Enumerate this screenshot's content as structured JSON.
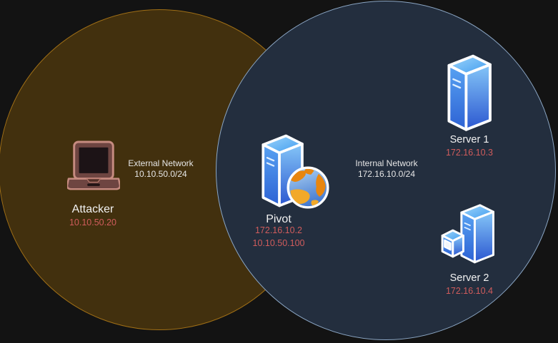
{
  "diagram_title": "pivoting-network-diagram",
  "colors": {
    "background": "#131313",
    "external_fill": "#42300e",
    "external_border": "#a06f16",
    "internal_fill": "#232e3e",
    "internal_border": "#8ba6c4",
    "label_text": "#e6e6e6",
    "node_name_text": "#f2f2f2",
    "ip_text": "#d05c5c"
  },
  "external_network": {
    "label_line1": "External Network",
    "label_line2": "10.10.50.0/24"
  },
  "internal_network": {
    "label_line1": "Internal Network",
    "label_line2": "172.16.10.0/24"
  },
  "nodes": {
    "attacker": {
      "name": "Attacker",
      "ip": "10.10.50.20",
      "icon": "laptop-icon"
    },
    "pivot": {
      "name": "Pivot",
      "ip_internal": "172.16.10.2",
      "ip_external": "10.10.50.100",
      "icon": "server-globe-icon"
    },
    "server1": {
      "name": "Server 1",
      "ip": "172.16.10.3",
      "icon": "server-tower-icon"
    },
    "server2": {
      "name": "Server 2",
      "ip": "172.16.10.4",
      "icon": "server-workstation-icon"
    }
  }
}
